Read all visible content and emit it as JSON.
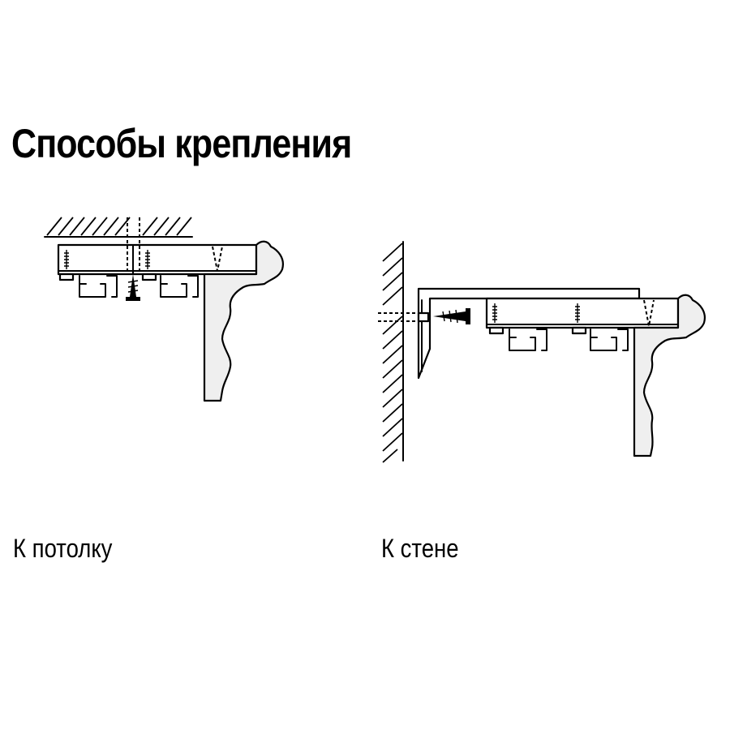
{
  "title": "Способы крепления",
  "captions": {
    "ceiling": "К потолку",
    "wall": "К стене"
  }
}
